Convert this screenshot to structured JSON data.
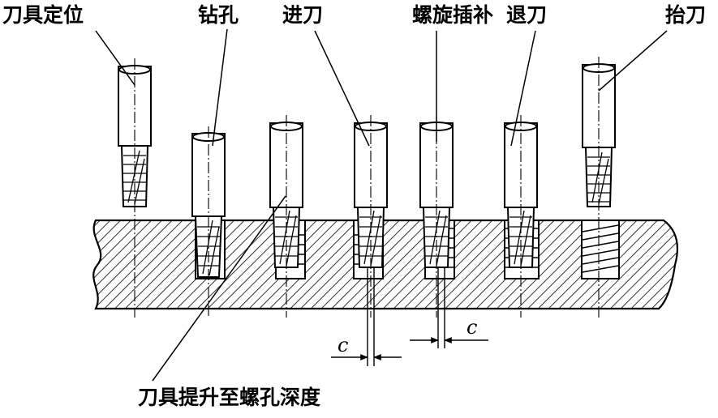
{
  "labels": {
    "tool_positioning": "刀具定位",
    "drilling": "钻孔",
    "feed": "进刀",
    "helical_interpolation": "螺旋插补",
    "retract": "退刀",
    "lift": "抬刀",
    "tool_raise_to_depth": "刀具提升至螺孔深度"
  },
  "dimension_symbol": "c",
  "colors": {
    "ink": "#000000",
    "paper": "#ffffff"
  }
}
